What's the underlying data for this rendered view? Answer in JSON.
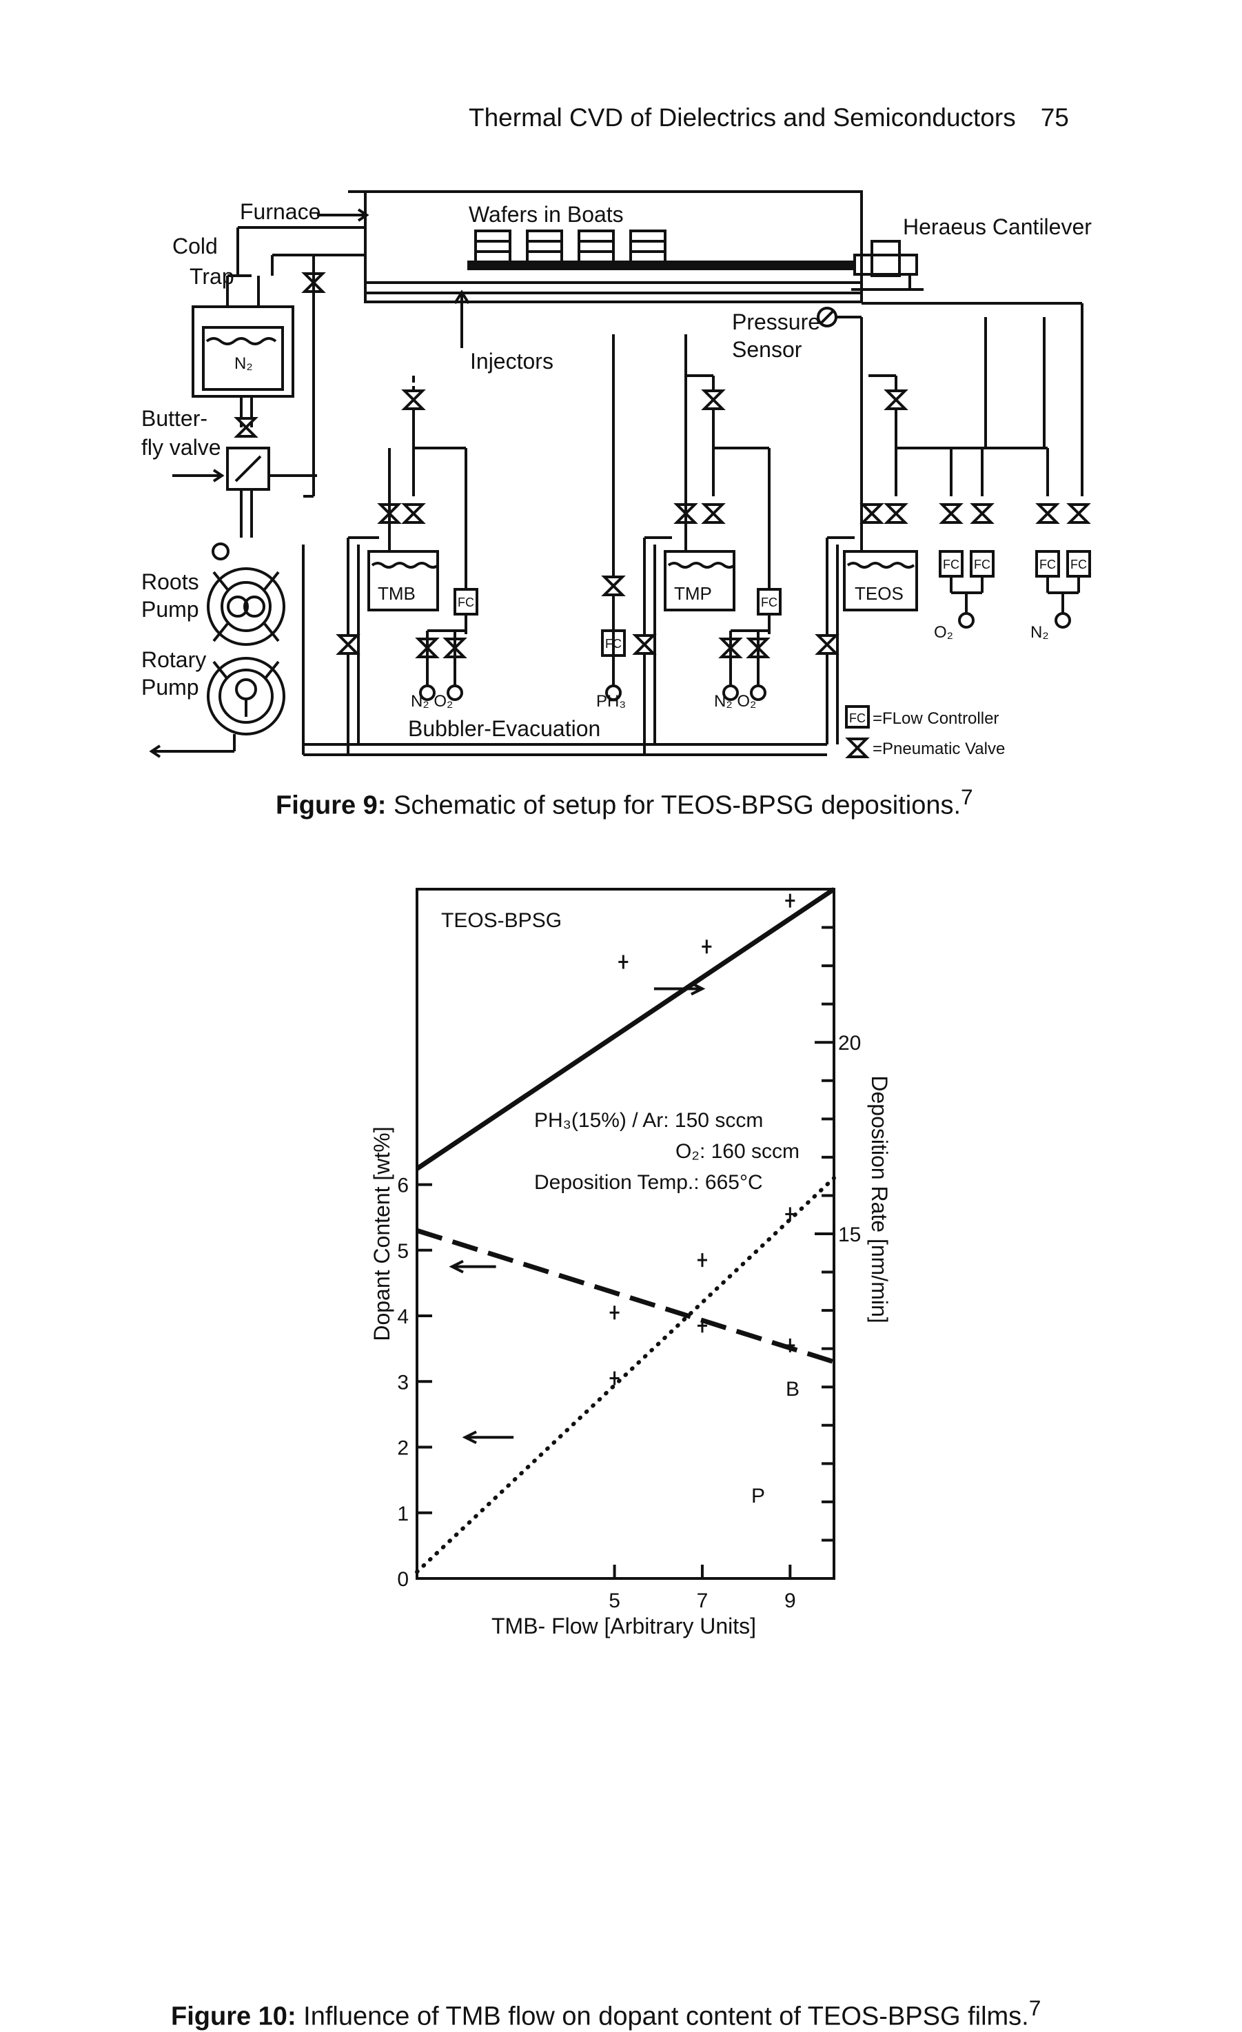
{
  "header": {
    "title": "Thermal CVD of Dielectrics and Semiconductors",
    "page_number": "75"
  },
  "figure9": {
    "caption_label": "Figure 9:",
    "caption_text": "Schematic of setup for TEOS-BPSG depositions.",
    "caption_ref": "7",
    "labels": {
      "furnace": "Furnace",
      "cold_trap_1": "Cold",
      "cold_trap_2": "Trap",
      "wafers": "Wafers in Boats",
      "cantilever": "Heraeus Cantilever",
      "pressure_1": "Pressure",
      "pressure_2": "Sensor",
      "injectors": "Injectors",
      "n2_trap": "N₂",
      "butterfly_1": "Butter-",
      "butterfly_2": "fly valve",
      "roots_1": "Roots",
      "roots_2": "Pump",
      "rotary_1": "Rotary",
      "rotary_2": "Pump",
      "tmb": "TMB",
      "tmp": "TMP",
      "teos": "TEOS",
      "fc": "FC",
      "n2o2": "N₂ O₂",
      "ph3": "PH₃",
      "o2": "O₂",
      "n2": "N₂",
      "bubbler": "Bubbler-Evacuation",
      "legend_fc": "=FLow Controller",
      "legend_valve": "=Pneumatic Valve"
    }
  },
  "figure10": {
    "caption_label": "Figure 10:",
    "caption_text": "Influence of TMB flow on dopant content of TEOS-BPSG films.",
    "caption_ref": "7",
    "chart_data": {
      "type": "line",
      "title": "TEOS-BPSG",
      "xlabel": "TMB- Flow [Arbitrary Units]",
      "ylabel_left": "Dopant Content [wt%]",
      "ylabel_right": "Deposition Rate [nm/min]",
      "x_ticks": [
        "5",
        "7",
        "9"
      ],
      "xlim": [
        0.5,
        10
      ],
      "y_left_ticks": [
        "0",
        "1",
        "2",
        "3",
        "4",
        "5",
        "6"
      ],
      "ylim_left": [
        0,
        10.5
      ],
      "y_right_ticks": [
        "15",
        "20"
      ],
      "ylim_right": [
        6,
        24
      ],
      "annotations": [
        "PH₃(15%) / Ar: 150 sccm",
        "O₂: 160 sccm",
        "Deposition Temp.: 665°C"
      ],
      "series": [
        {
          "style": "solid",
          "axis": "right",
          "x": [
            0.5,
            10
          ],
          "y": [
            16.7,
            24
          ]
        },
        {
          "name": "B",
          "style": "dotted",
          "axis": "left",
          "x": [
            0.5,
            10
          ],
          "y": [
            0.1,
            6.1
          ]
        },
        {
          "name": "P",
          "style": "dashed",
          "axis": "left",
          "x": [
            0.5,
            10
          ],
          "y": [
            5.3,
            3.3
          ]
        }
      ],
      "points": [
        {
          "axis": "right",
          "x": 5.2,
          "y": 22.1
        },
        {
          "axis": "right",
          "x": 7.1,
          "y": 22.5
        },
        {
          "axis": "right",
          "x": 9.0,
          "y": 23.7
        },
        {
          "axis": "left",
          "x": 5.0,
          "y": 4.05
        },
        {
          "axis": "left",
          "x": 5.0,
          "y": 3.05
        },
        {
          "axis": "left",
          "x": 7.0,
          "y": 3.85
        },
        {
          "axis": "left",
          "x": 7.0,
          "y": 4.85
        },
        {
          "axis": "left",
          "x": 9.0,
          "y": 3.55
        },
        {
          "axis": "left",
          "x": 9.0,
          "y": 5.55
        }
      ]
    }
  }
}
